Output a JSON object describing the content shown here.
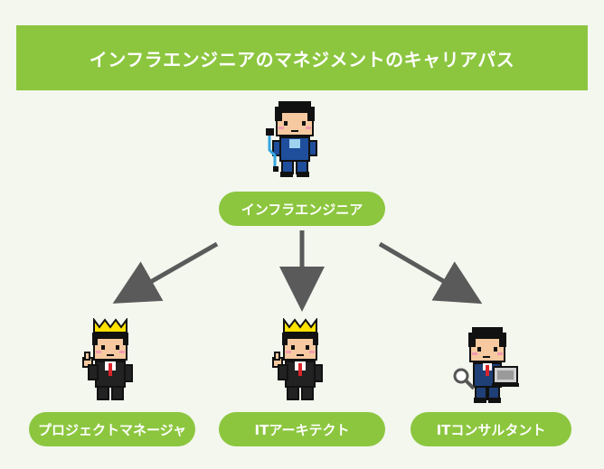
{
  "title": "インフラエンジニアのマネジメントのキャリアパス",
  "root": {
    "label": "インフラエンジニア",
    "icon": "engineer-with-cable-icon"
  },
  "children": [
    {
      "label": "プロジェクトマネージャ",
      "icon": "crowned-manager-thumbs-up-icon"
    },
    {
      "label": "ITアーキテクト",
      "icon": "crowned-architect-thumbs-up-icon"
    },
    {
      "label": "ITコンサルタント",
      "icon": "consultant-with-laptop-and-magnifier-icon"
    }
  ],
  "colors": {
    "accent": "#8cc63f",
    "arrow": "#5a5a5a",
    "background": "#f3f7ee"
  }
}
